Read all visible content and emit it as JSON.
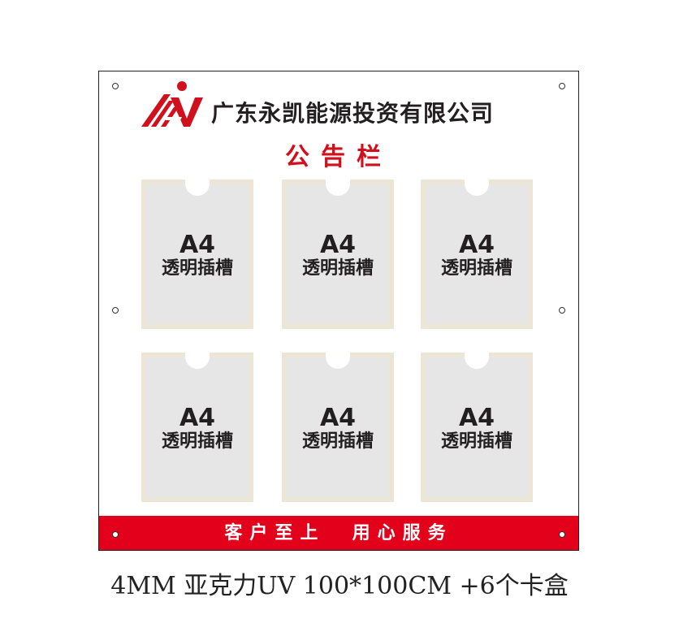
{
  "board": {
    "company_name": "广东永凯能源投资有限公司",
    "notice_title": "公告栏",
    "slots": [
      {
        "size": "A4",
        "label": "透明插槽"
      },
      {
        "size": "A4",
        "label": "透明插槽"
      },
      {
        "size": "A4",
        "label": "透明插槽"
      },
      {
        "size": "A4",
        "label": "透明插槽"
      },
      {
        "size": "A4",
        "label": "透明插槽"
      },
      {
        "size": "A4",
        "label": "透明插槽"
      }
    ],
    "footer_slogan": "客户至上  用心服务"
  },
  "caption": "4MM 亚克力UV 100*100CM +6个卡盒",
  "colors": {
    "brand_red": "#d0101c",
    "footer_red": "#e3001b",
    "slot_fill": "#e6e6e6",
    "slot_frame": "#ece6d7",
    "text_dark": "#231f20"
  },
  "icons": [
    "company-logo-icon",
    "mounting-hole-icon"
  ]
}
